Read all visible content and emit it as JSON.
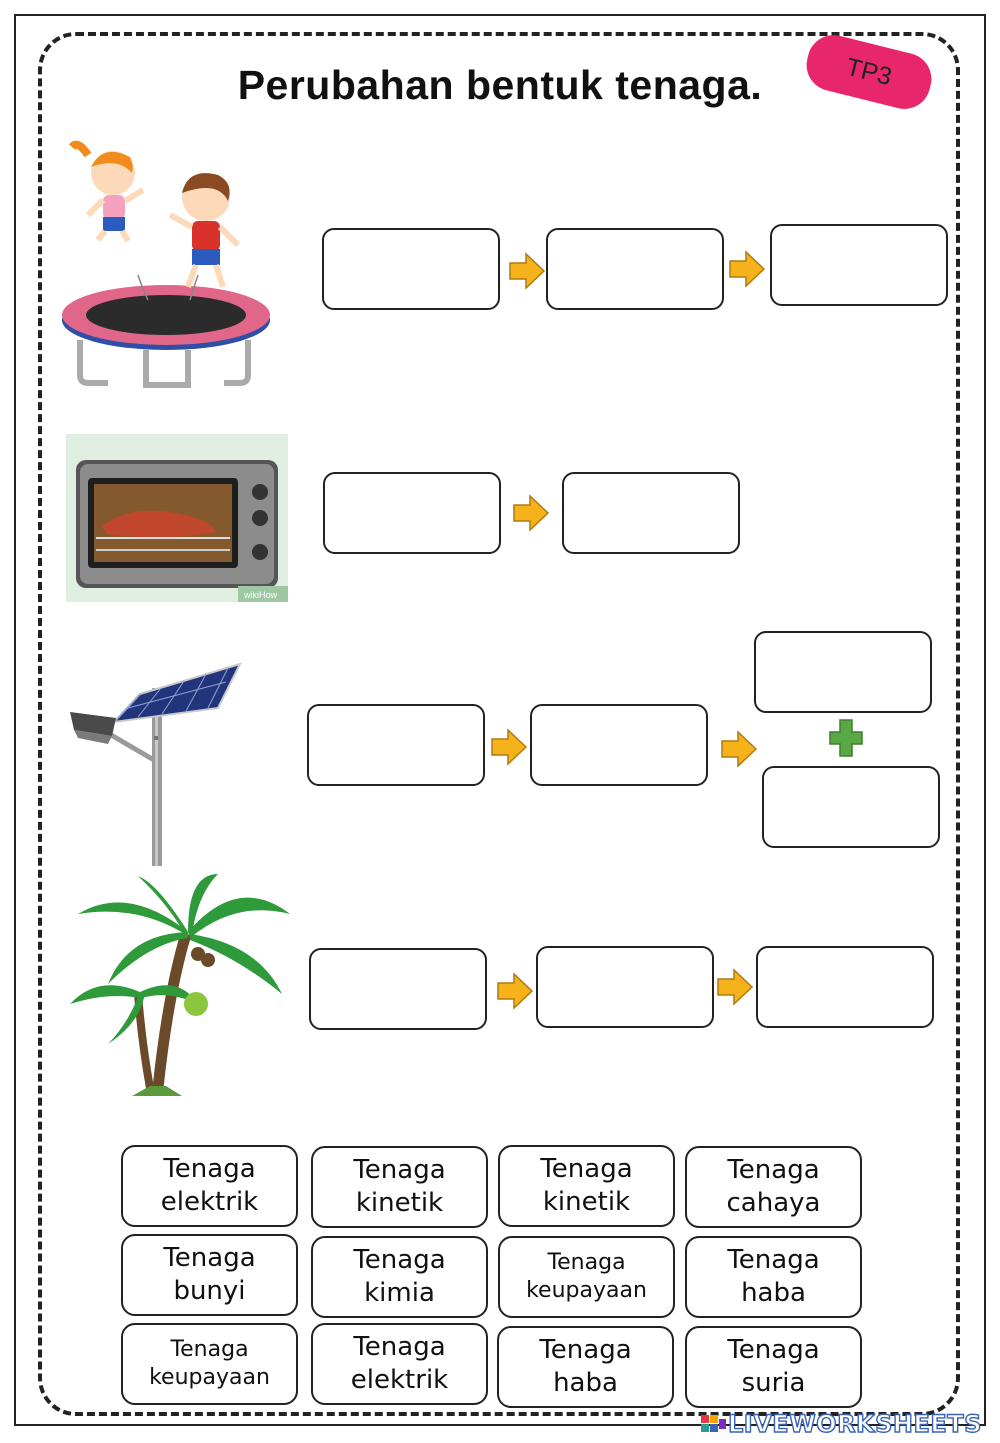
{
  "worksheet": {
    "title": "Perubahan bentuk tenaga.",
    "level_tag": "TP3"
  },
  "rows": [
    {
      "illustration": "trampoline-kids",
      "answer_boxes": 3
    },
    {
      "illustration": "toaster-oven",
      "answer_boxes": 2
    },
    {
      "illustration": "solar-street-lamp",
      "answer_boxes": 4
    },
    {
      "illustration": "coconut-tree",
      "answer_boxes": 3
    }
  ],
  "word_bank": [
    {
      "line1": "Tenaga",
      "line2": "elektrik"
    },
    {
      "line1": "Tenaga",
      "line2": "kinetik"
    },
    {
      "line1": "Tenaga",
      "line2": "kinetik"
    },
    {
      "line1": "Tenaga",
      "line2": "cahaya"
    },
    {
      "line1": "Tenaga",
      "line2": "bunyi"
    },
    {
      "line1": "Tenaga",
      "line2": "kimia"
    },
    {
      "line1": "Tenaga",
      "line2": "keupayaan"
    },
    {
      "line1": "Tenaga",
      "line2": "haba"
    },
    {
      "line1": "Tenaga",
      "line2": "keupayaan"
    },
    {
      "line1": "Tenaga",
      "line2": "elektrik"
    },
    {
      "line1": "Tenaga",
      "line2": "haba"
    },
    {
      "line1": "Tenaga",
      "line2": "suria"
    }
  ],
  "oven_watermark": "wikiHow",
  "footer": {
    "brand": "LIVEWORKSHEETS"
  },
  "colors": {
    "arrow": "#f5b21b",
    "plus": "#5aa845",
    "tag": "#e8266b",
    "brand": "#3a63b5"
  },
  "icons": {
    "arrow": "right-arrow-icon",
    "plus": "plus-icon"
  }
}
